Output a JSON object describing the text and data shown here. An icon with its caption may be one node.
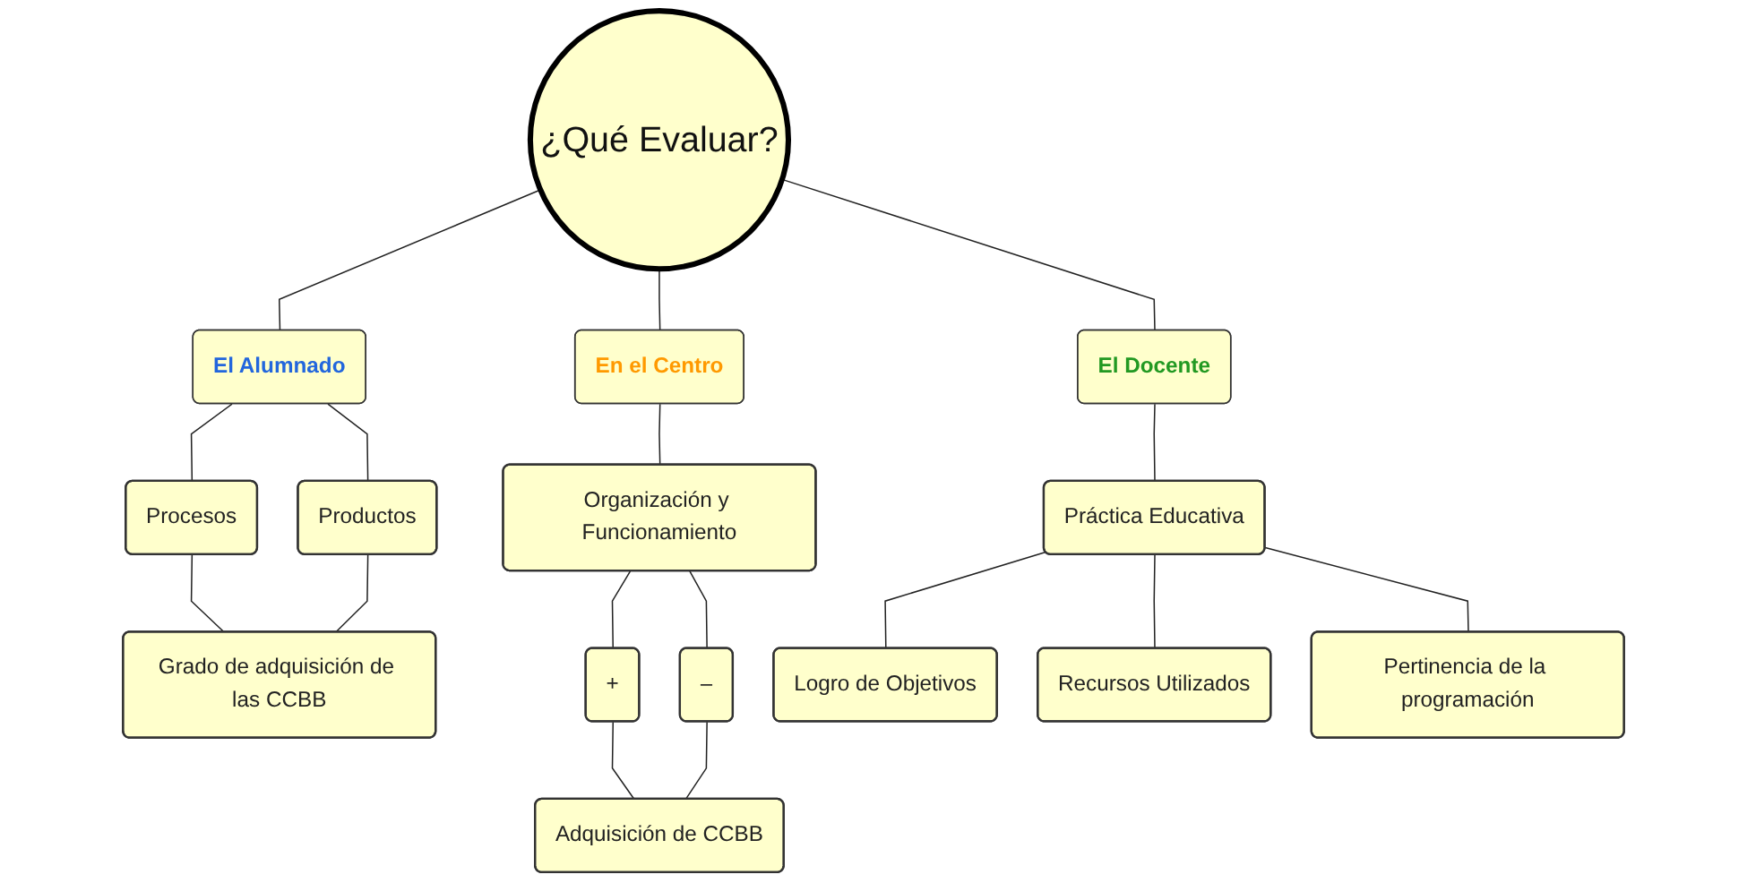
{
  "diagram": {
    "nodes": [
      {
        "text": [
          "¿Qué Evaluar?"
        ]
      },
      {
        "text": [
          "El Alumnado"
        ]
      },
      {
        "text": [
          "El Docente"
        ]
      },
      {
        "text": [
          "En el Centro"
        ]
      },
      {
        "text": [
          "Procesos"
        ]
      },
      {
        "text": [
          "Productos"
        ]
      },
      {
        "text": [
          "Grado de adquisición de las CCBB"
        ]
      },
      {
        "text": [
          "Práctica Educativa"
        ]
      },
      {
        "text": [
          "Organización y Funcionamiento"
        ]
      },
      {
        "text": [
          "+"
        ]
      },
      {
        "text": [
          "–"
        ]
      },
      {
        "text": [
          "Logro de Objetivos"
        ]
      },
      {
        "text": [
          "Recursos Utilizados"
        ]
      },
      {
        "text": [
          "Pertinencia de la programación"
        ]
      },
      {
        "text": [
          "Adquisición de CCBB"
        ]
      }
    ],
    "edges": [
      {
        "from": 0,
        "to": 1,
        "arrow": "none"
      },
      {
        "from": 0,
        "to": 2,
        "arrow": "none"
      },
      {
        "from": 0,
        "to": 3,
        "arrow": "none"
      },
      {
        "from": 1,
        "to": 4,
        "arrow": "none"
      },
      {
        "from": 1,
        "to": 5,
        "arrow": "none"
      },
      {
        "from": 4,
        "to": 6,
        "arrow": "none"
      },
      {
        "from": 5,
        "to": 6,
        "arrow": "none"
      },
      {
        "from": 2,
        "to": 7,
        "arrow": "none"
      },
      {
        "from": 3,
        "to": 8,
        "arrow": "none"
      },
      {
        "from": 8,
        "to": 9,
        "arrow": "none"
      },
      {
        "from": 8,
        "to": 10,
        "arrow": "none"
      },
      {
        "from": 7,
        "to": 11,
        "arrow": "none"
      },
      {
        "from": 7,
        "to": 12,
        "arrow": "none"
      },
      {
        "from": 7,
        "to": 13,
        "arrow": "none"
      },
      {
        "from": 9,
        "to": 14,
        "arrow": "none"
      },
      {
        "from": 10,
        "to": 14,
        "arrow": "none"
      }
    ]
  }
}
